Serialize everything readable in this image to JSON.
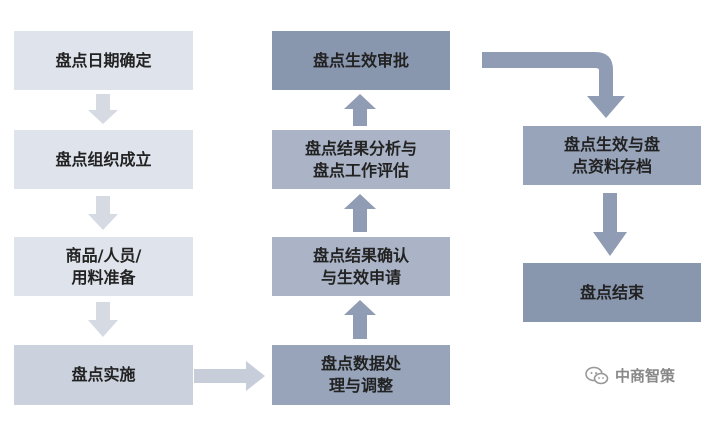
{
  "steps": {
    "date": "盘点日期确定",
    "org": "盘点组织成立",
    "prep": "商品/人员/\n用料准备",
    "impl": "盘点实施",
    "process": "盘点数据处\n理与调整",
    "confirm": "盘点结果确认\n与生效申请",
    "analysis": "盘点结果分析与\n盘点工作评估",
    "approve": "盘点生效审批",
    "archive": "盘点生效与盘\n点资料存档",
    "end": "盘点结束"
  },
  "watermark": {
    "text": "中商智策",
    "icon": "wechat-icon"
  },
  "colors": {
    "light": "#dfe3ec",
    "mid": "#cbd2de",
    "dark": "#8896ae",
    "arrow_light": "#d5dae3",
    "arrow_dark": "#8f9cb3"
  }
}
